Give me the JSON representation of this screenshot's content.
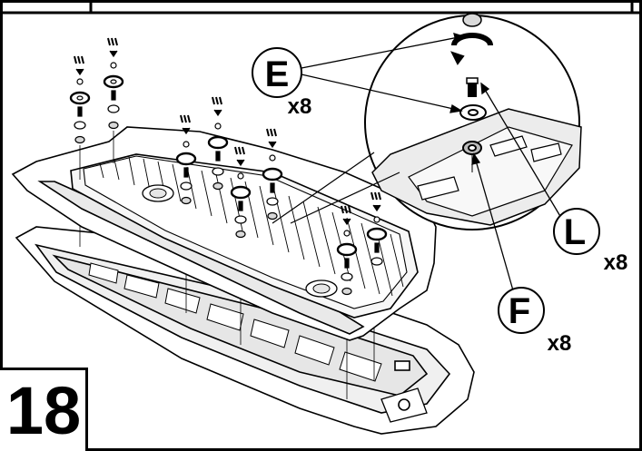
{
  "step": {
    "number": "18"
  },
  "callouts": [
    {
      "letter": "E",
      "quantity": "x8"
    },
    {
      "letter": "L",
      "quantity": "x8"
    },
    {
      "letter": "F",
      "quantity": "x8"
    }
  ],
  "colors": {
    "line": "#000000",
    "background": "#ffffff",
    "shade": "#d9d9d9"
  }
}
